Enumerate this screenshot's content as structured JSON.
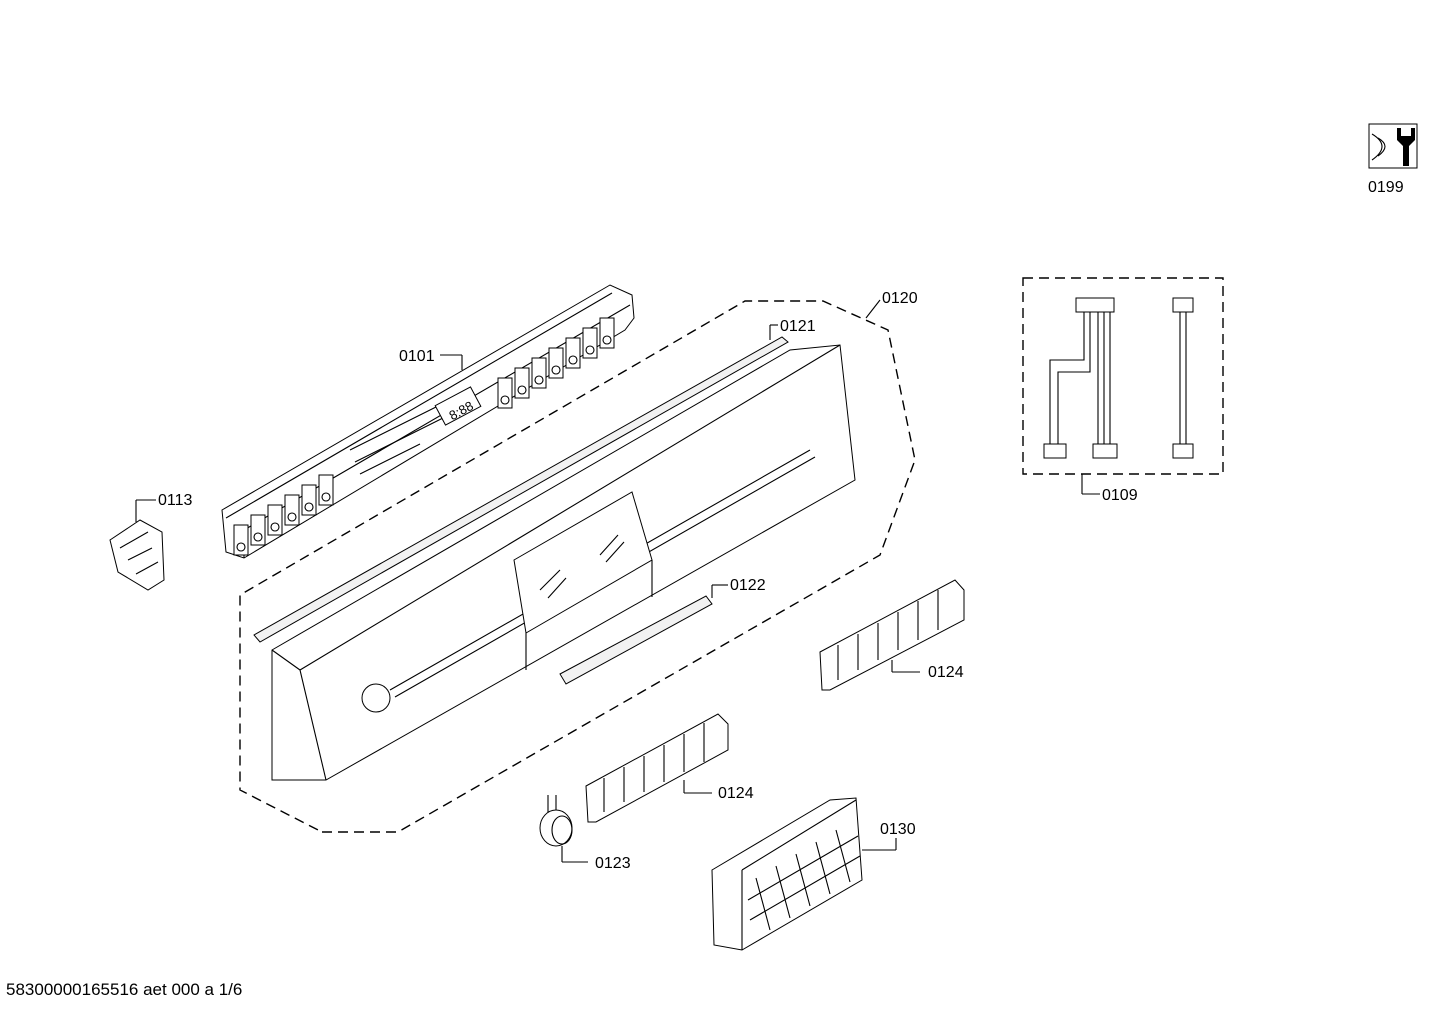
{
  "labels": {
    "p0101": "0101",
    "p0109": "0109",
    "p0113": "0113",
    "p0120": "0120",
    "p0121": "0121",
    "p0122": "0122",
    "p0123": "0123",
    "p0124a": "0124",
    "p0124b": "0124",
    "p0130": "0130",
    "p0199": "0199"
  },
  "display_digits": "8:88",
  "footer": "58300000165516 aet 000 a 1/6"
}
